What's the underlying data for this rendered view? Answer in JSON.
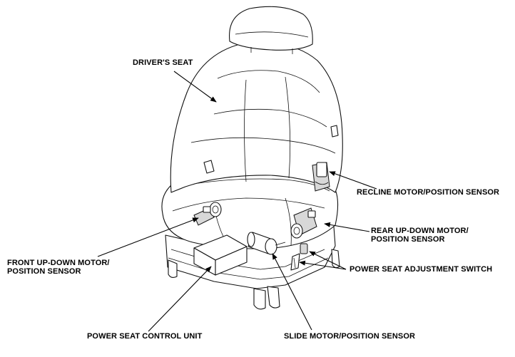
{
  "labels": {
    "drivers_seat": "DRIVER'S SEAT",
    "recline_motor": "RECLINE MOTOR/POSITION SENSOR",
    "rear_updown_line1": "REAR UP-DOWN MOTOR/",
    "rear_updown_line2": "POSITION SENSOR",
    "front_updown_line1": "FRONT UP-DOWN MOTOR/",
    "front_updown_line2": "POSITION SENSOR",
    "power_seat_switch": "POWER SEAT ADJUSTMENT SWITCH",
    "power_seat_control_unit": "POWER SEAT CONTROL UNIT",
    "slide_motor": "SLIDE MOTOR/POSITION SENSOR"
  }
}
